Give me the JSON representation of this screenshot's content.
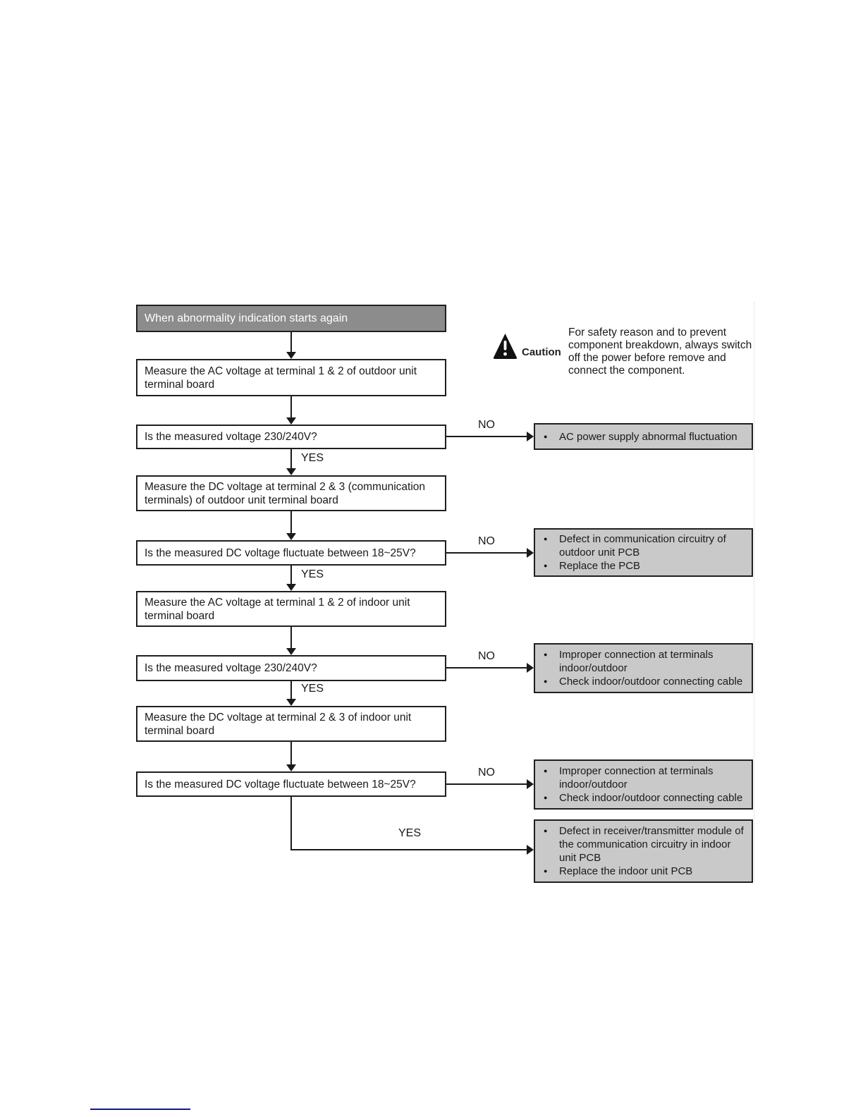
{
  "colors": {
    "header_bg": "#8c8c8c",
    "result_bg": "#c9c9c9",
    "line": "#1a1a1a",
    "footer_underline": "#131a85"
  },
  "chars": {
    "bullet": "●"
  },
  "labels": {
    "yes": "YES",
    "no": "NO"
  },
  "caution": {
    "label": "Caution",
    "text": "For safety reason and to prevent component breakdown, always switch off the power before remove and connect the component."
  },
  "flowchart": {
    "start": "When abnormality indication starts again",
    "processes": [
      "Measure the AC voltage at terminal 1 & 2 of outdoor unit terminal board",
      "Measure the DC voltage at terminal 2 & 3 (communication terminals) of outdoor unit terminal board",
      "Measure the AC voltage at terminal 1 & 2 of indoor unit terminal board",
      "Measure the DC voltage at terminal 2 & 3 of indoor unit terminal board"
    ],
    "decisions": [
      "Is the measured voltage 230/240V?",
      "Is the measured DC voltage fluctuate between 18~25V?",
      "Is the measured voltage 230/240V?",
      "Is the measured DC voltage fluctuate between 18~25V?"
    ],
    "results": [
      {
        "items": [
          "AC power supply abnormal fluctuation"
        ]
      },
      {
        "items": [
          "Defect in communication circuitry of outdoor unit PCB",
          "Replace the PCB"
        ]
      },
      {
        "items": [
          "Improper connection at terminals indoor/outdoor",
          "Check indoor/outdoor connecting cable"
        ]
      },
      {
        "items": [
          "Improper connection at terminals indoor/outdoor",
          "Check indoor/outdoor connecting cable"
        ]
      },
      {
        "items": [
          "Defect in receiver/transmitter module of the communication circuitry in indoor unit PCB",
          "Replace the indoor unit PCB"
        ]
      }
    ]
  }
}
